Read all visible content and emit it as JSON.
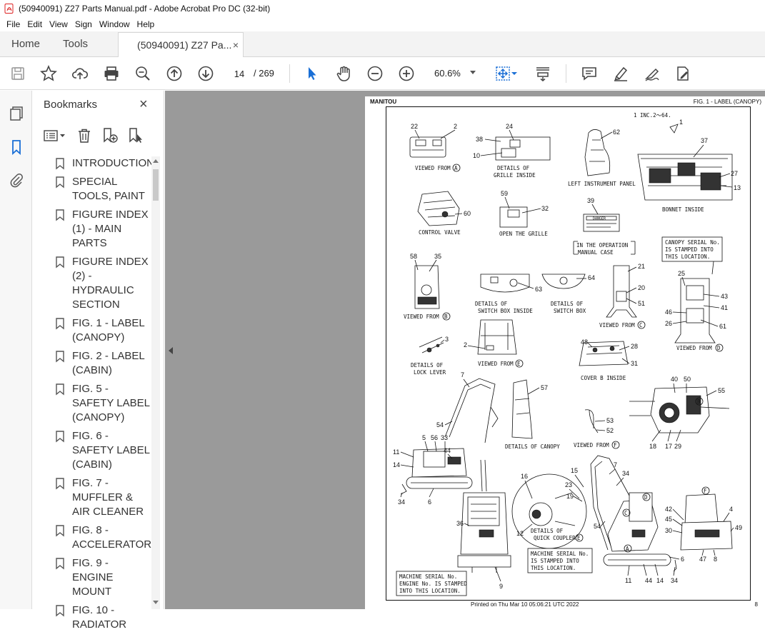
{
  "window": {
    "title": "(50940091) Z27 Parts Manual.pdf - Adobe Acrobat Pro DC (32-bit)"
  },
  "menu": [
    "File",
    "Edit",
    "View",
    "Sign",
    "Window",
    "Help"
  ],
  "tabs": {
    "home": "Home",
    "tools": "Tools",
    "document": "(50940091) Z27 Pa...",
    "close": "×"
  },
  "toolbar": {
    "current_page": "14",
    "page_total": "/  269",
    "zoom": "60.6%"
  },
  "bookmarks": {
    "header": "Bookmarks",
    "close": "×",
    "items": [
      "INTRODUCTION",
      "SPECIAL TOOLS, PAINT",
      "FIGURE INDEX (1) - MAIN PARTS",
      "FIGURE INDEX (2) - HYDRAULIC SECTION",
      "FIG. 1 - LABEL (CANOPY)",
      "FIG. 2 - LABEL (CABIN)",
      "FIG. 5 - SAFETY LABEL (CANOPY)",
      "FIG. 6 - SAFETY LABEL (CABIN)",
      "FIG. 7 - MUFFLER & AIR CLEANER",
      "FIG. 8 - ACCELERATOR",
      "FIG. 9 - ENGINE MOUNT",
      "FIG. 10 - RADIATOR"
    ]
  },
  "page": {
    "header_left": "MANITOU",
    "header_right": "FIG. 1 - LABEL (CANOPY)",
    "footer": "Printed on  Thu Mar 10 05:06:21 UTC 2022",
    "page_number": "8",
    "note_top": "1 INC.2～64.",
    "labels": {
      "viewed_from_a": "VIEWED FROM",
      "details_grille_1": "DETAILS OF",
      "details_grille_2": "GRILLE INSIDE",
      "left_panel": "LEFT INSTRUMENT PANEL",
      "bonnet_inside": "BONNET INSIDE",
      "control_valve": "CONTROL VALVE",
      "open_grille": "OPEN THE GRILLE",
      "danger": "DANGER",
      "manual_case_1": "IN THE OPERATION",
      "manual_case_2": "MANUAL CASE",
      "canopy_serial_1": "CANOPY SERIAL No.",
      "canopy_serial_2": "IS STAMPED INTO",
      "canopy_serial_3": "THIS LOCATION.",
      "viewed_from_b": "VIEWED FROM",
      "switch_box_1": "DETAILS OF",
      "switch_box_2": "SWITCH BOX INSIDE",
      "switch_box_3": "DETAILS OF",
      "switch_box_4": "SWITCH BOX",
      "viewed_from_c": "VIEWED FROM",
      "viewed_from_d": "VIEWED FROM",
      "lock_lever_1": "DETAILS OF",
      "lock_lever_2": "LOCK LEVER",
      "viewed_from_e": "VIEWED FROM",
      "cover_b": "COVER B INSIDE",
      "details_canopy": "DETAILS OF CANOPY",
      "viewed_from_f": "VIEWED FROM",
      "quick_coupler_1": "DETAILS OF",
      "quick_coupler_2": "QUICK COUPLER",
      "machine_serial_1": "MACHINE SERIAL No.",
      "machine_serial_2": "IS STAMPED INTO",
      "machine_serial_3": "THIS LOCATION.",
      "engine_serial_1": "MACHINE SERIAL No.",
      "engine_serial_2": "ENGINE No.  IS STAMPED",
      "engine_serial_3": "INTO THIS LOCATION."
    }
  }
}
